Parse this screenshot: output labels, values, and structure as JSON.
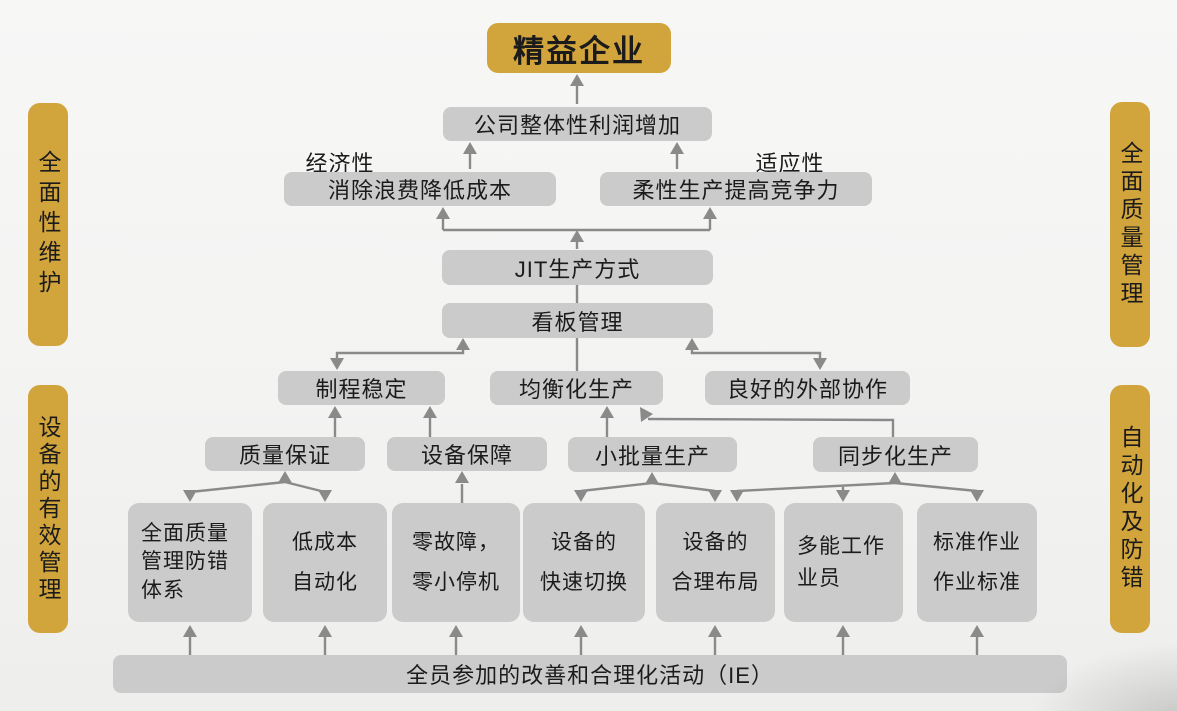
{
  "colors": {
    "gold": "#d2a43c",
    "box_gray": "#cbcbcb",
    "arrow_gray": "#8a8a8a",
    "text": "#1b1b1b"
  },
  "side_bars": {
    "left_top": "全面性维护",
    "left_bottom": "设备的有效管理",
    "right_top": "全面质量管理",
    "right_bottom": "自动化及防错"
  },
  "pyramid": {
    "apex": "精益企业",
    "profit": "公司整体性利润增加",
    "economy_label": "经济性",
    "adapt_label": "适应性",
    "cost_box": "消除浪费降低成本",
    "flex_box": "柔性生产提高竞争力",
    "jit": "JIT生产方式",
    "kanban": "看板管理",
    "row3": [
      "制程稳定",
      "均衡化生产",
      "良好的外部协作"
    ],
    "row4": [
      "质量保证",
      "设备保障",
      "小批量生产",
      "同步化生产"
    ],
    "row5": [
      "全面质量管理防错体系",
      "低成本\n自动化",
      "零故障，\n零小停机",
      "设备的\n快速切换",
      "设备的\n合理布局",
      "多能工作业员",
      "标准作业\n作业标准"
    ],
    "base": "全员参加的改善和合理化活动（IE）"
  }
}
